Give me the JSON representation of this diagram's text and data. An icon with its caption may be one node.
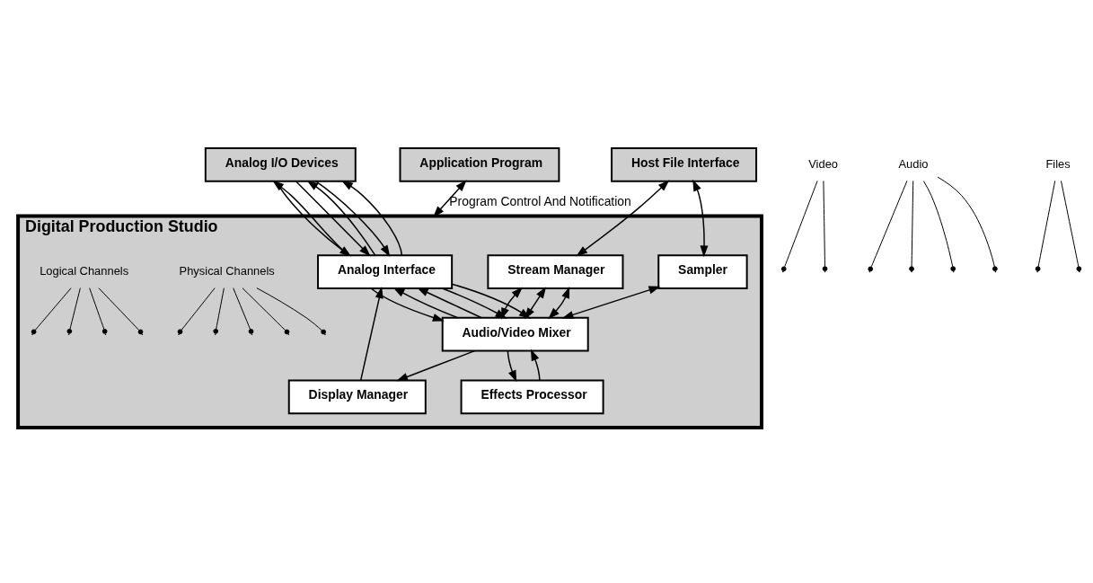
{
  "diagram": {
    "nodes": [
      {
        "text": [
          "Analog I/O Devices"
        ]
      },
      {
        "text": [
          "Host File Interface"
        ]
      },
      {
        "text": [
          "Application Program"
        ]
      },
      {
        "text": [
          "Video"
        ]
      },
      {
        "text": [
          "Audio"
        ]
      },
      {
        "text": [
          "Files"
        ]
      },
      {
        "text": [
          "Digital Production Studio"
        ]
      },
      {
        "text": [
          "Analog Interface"
        ],
        "in": 6
      },
      {
        "text": [
          "Sampler"
        ],
        "in": 6
      },
      {
        "text": [
          "Stream Manager"
        ],
        "in": 6
      },
      {
        "text": [
          "Physical Channels"
        ],
        "in": 6
      },
      {
        "text": [
          "Logical Channels"
        ],
        "in": 6
      },
      {
        "text": [
          "Display Manager"
        ],
        "in": 6
      },
      {
        "text": [
          "Audio/Video Mixer"
        ],
        "in": 6
      },
      {
        "text": [
          "Effects Processor"
        ],
        "in": 6
      }
    ],
    "edges": [
      {
        "from": 7,
        "to": 0,
        "arrow": "to"
      },
      {
        "from": 0,
        "to": 7,
        "arrow": "to"
      },
      {
        "from": 7,
        "to": 0,
        "arrow": "to"
      },
      {
        "from": 7,
        "to": 0,
        "arrow": "to"
      },
      {
        "from": 0,
        "to": 7,
        "arrow": "to"
      },
      {
        "from": 0,
        "to": 7,
        "arrow": "to"
      },
      {
        "from": 1,
        "to": 8,
        "arrow": "both"
      },
      {
        "from": 1,
        "to": 9,
        "arrow": "both"
      },
      {
        "from": 2,
        "to": 6,
        "arrow": "both",
        "label": "Program Control And Notification"
      },
      {
        "from": 12,
        "to": 7,
        "arrow": "to"
      },
      {
        "from": 7,
        "to": 13,
        "arrow": "to"
      },
      {
        "from": 13,
        "to": 7,
        "arrow": "to"
      },
      {
        "from": 13,
        "to": 7,
        "arrow": "to"
      },
      {
        "from": 7,
        "to": 13,
        "arrow": "to"
      },
      {
        "from": 7,
        "to": 13,
        "arrow": "to"
      },
      {
        "from": 8,
        "to": 13,
        "arrow": "both"
      },
      {
        "from": 9,
        "to": 13,
        "arrow": "both"
      },
      {
        "from": 9,
        "to": 13,
        "arrow": "both"
      },
      {
        "from": 9,
        "to": 13,
        "arrow": "both"
      },
      {
        "from": 13,
        "to": 12,
        "arrow": "to"
      },
      {
        "from": 13,
        "to": 14,
        "arrow": "to"
      },
      {
        "from": 14,
        "to": 13,
        "arrow": "to"
      },
      {
        "from": 3,
        "to": null,
        "arrow": "other"
      },
      {
        "from": 3,
        "to": null,
        "arrow": "other"
      },
      {
        "from": 4,
        "to": null,
        "arrow": "other"
      },
      {
        "from": 4,
        "to": null,
        "arrow": "other"
      },
      {
        "from": 4,
        "to": null,
        "arrow": "other"
      },
      {
        "from": 4,
        "to": null,
        "arrow": "other"
      },
      {
        "from": 5,
        "to": null,
        "arrow": "other"
      },
      {
        "from": 5,
        "to": null,
        "arrow": "other"
      },
      {
        "from": 10,
        "to": null,
        "arrow": "other"
      },
      {
        "from": 10,
        "to": null,
        "arrow": "other"
      },
      {
        "from": 10,
        "to": null,
        "arrow": "other"
      },
      {
        "from": 10,
        "to": null,
        "arrow": "other"
      },
      {
        "from": 10,
        "to": null,
        "arrow": "other"
      },
      {
        "from": 11,
        "to": null,
        "arrow": "other"
      },
      {
        "from": 11,
        "to": null,
        "arrow": "other"
      },
      {
        "from": 11,
        "to": null,
        "arrow": "other"
      },
      {
        "from": 11,
        "to": null,
        "arrow": "other"
      }
    ]
  }
}
